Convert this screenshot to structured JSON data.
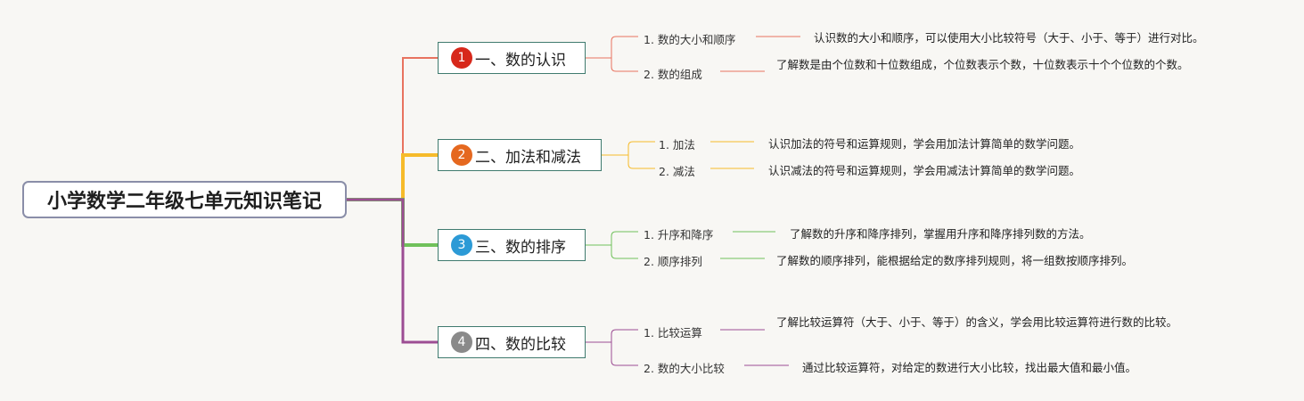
{
  "title": "小学数学二年级七单元知识笔记",
  "sections": [
    {
      "num": "1",
      "label": "一、数的认识",
      "color": "#e8735f",
      "badge_color": "#d7281b",
      "items": [
        {
          "label": "1. 数的大小和顺序",
          "desc": "认识数的大小和顺序，可以使用大小比较符号（大于、小于、等于）进行对比。"
        },
        {
          "label": "2. 数的组成",
          "desc": "了解数是由个位数和十位数组成，个位数表示个数，十位数表示十个个位数的个数。"
        }
      ]
    },
    {
      "num": "2",
      "label": "二、加法和减法",
      "color": "#f6bb2a",
      "badge_color": "#e5681f",
      "items": [
        {
          "label": "1. 加法",
          "desc": "认识加法的符号和运算规则，学会用加法计算简单的数学问题。"
        },
        {
          "label": "2. 减法",
          "desc": "认识减法的符号和运算规则，学会用减法计算简单的数学问题。"
        }
      ]
    },
    {
      "num": "3",
      "label": "三、数的排序",
      "color": "#70c15b",
      "badge_color": "#2c9ad6",
      "items": [
        {
          "label": "1. 升序和降序",
          "desc": "了解数的升序和降序排列，掌握用升序和降序排列数的方法。"
        },
        {
          "label": "2. 顺序排列",
          "desc": "了解数的顺序排列，能根据给定的数序排列规则，将一组数按顺序排列。"
        }
      ]
    },
    {
      "num": "4",
      "label": "四、数的比较",
      "color": "#9c4d93",
      "badge_color": "#8a8a8a",
      "items": [
        {
          "label": "1. 比较运算",
          "desc": "了解比较运算符（大于、小于、等于）的含义，学会用比较运算符进行数的比较。"
        },
        {
          "label": "2. 数的大小比较",
          "desc": "通过比较运算符，对给定的数进行大小比较，找出最大值和最小值。"
        }
      ]
    }
  ]
}
